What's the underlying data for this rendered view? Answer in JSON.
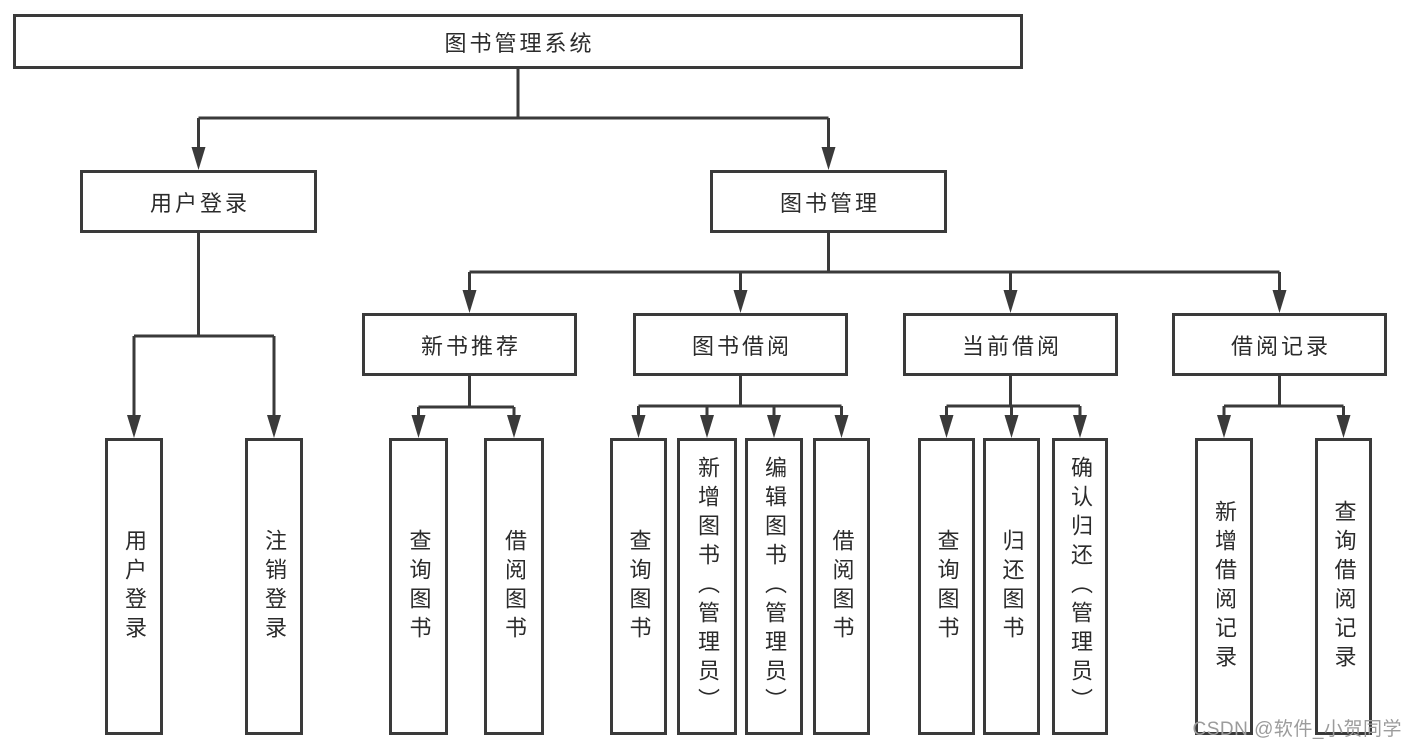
{
  "diagram": {
    "type": "tree",
    "root": {
      "label": "图书管理系统"
    },
    "branches": [
      {
        "label": "用户登录",
        "children": [
          {
            "label": "用户登录"
          },
          {
            "label": "注销登录"
          }
        ]
      },
      {
        "label": "图书管理",
        "children": [
          {
            "label": "新书推荐",
            "children": [
              {
                "label": "查询图书"
              },
              {
                "label": "借阅图书"
              }
            ]
          },
          {
            "label": "图书借阅",
            "children": [
              {
                "label": "查询图书"
              },
              {
                "label": "新增图书（管理员）"
              },
              {
                "label": "编辑图书（管理员）"
              },
              {
                "label": "借阅图书"
              }
            ]
          },
          {
            "label": "当前借阅",
            "children": [
              {
                "label": "查询图书"
              },
              {
                "label": "归还图书"
              },
              {
                "label": "确认归还（管理员）"
              }
            ]
          },
          {
            "label": "借阅记录",
            "children": [
              {
                "label": "新增借阅记录"
              },
              {
                "label": "查询借阅记录"
              }
            ]
          }
        ]
      }
    ]
  },
  "watermark": {
    "text": "CSDN @软件_小贺同学"
  },
  "colors": {
    "line": "#3a3a3a",
    "text": "#2b2b2b",
    "watermark": "#9c9c9c",
    "box_fill": "#ffffff",
    "background": "#ffffff"
  }
}
